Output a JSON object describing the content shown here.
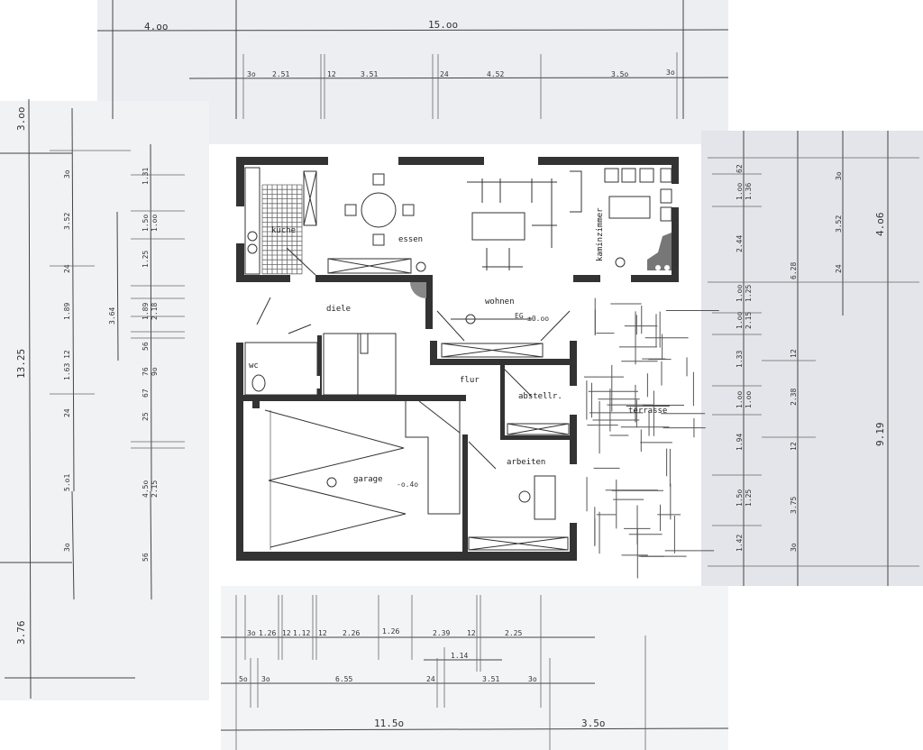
{
  "top_dimensions": {
    "overall": [
      "4.oo",
      "15.oo"
    ],
    "detail": [
      "3o",
      "2.51",
      "12",
      "3.51",
      "24",
      "4.52",
      "3.5o",
      "3o"
    ]
  },
  "left_dimensions": {
    "overall": [
      "3.oo",
      "13.25",
      "3.76"
    ],
    "line1": [
      "3o",
      "3.52",
      "24",
      "1.89",
      "1.63 12",
      "24",
      "5.o1",
      "3o"
    ],
    "line2": [
      "3.64"
    ],
    "line3": [
      "1.31",
      "1.5o",
      "1.oo",
      "1.25",
      "1.89",
      "2.18",
      "56",
      "76",
      "9o",
      "67",
      "25",
      "4.5o",
      "2.15",
      "56"
    ]
  },
  "right_dimensions": {
    "line1": [
      "62",
      "1.oo",
      "1.36",
      "2.44",
      "1.oo",
      "1.25",
      "1.oo",
      "2.15",
      "1.33",
      "1.oo",
      "1.oo",
      "1.94",
      "1.5o",
      "1.25",
      "1.42"
    ],
    "line2": [
      "6.28",
      "12",
      "2.38",
      "12",
      "3.75",
      "3o"
    ],
    "line3": [
      "3o",
      "3.52",
      "24"
    ],
    "overall": [
      "4.o6",
      "9.19"
    ]
  },
  "bottom_dimensions": {
    "line1": [
      "3o",
      "1.26",
      "12",
      "1.12",
      "12",
      "2.26",
      "1.26",
      "2.39",
      "12",
      "2.25"
    ],
    "sub": [
      "1.14"
    ],
    "line2": [
      "5o",
      "3o",
      "6.55",
      "24",
      "3.51",
      "3o"
    ],
    "overall": [
      "11.5o",
      "3.5o"
    ]
  },
  "rooms": {
    "kueche": "küche",
    "essen": "essen",
    "kaminzimmer": "kaminzimmer",
    "diele": "diele",
    "wohnen": "wohnen",
    "level": "EG",
    "level_value": "±0.oo",
    "wc": "wc",
    "flur": "flur",
    "abstellr": "abstellr.",
    "terrasse": "terrasse",
    "arbeiten": "arbeiten",
    "garage": "garage",
    "garage_level": "-o.4o"
  },
  "colors": {
    "scan_gray": "#e6e7ec",
    "wall": "#333333"
  }
}
